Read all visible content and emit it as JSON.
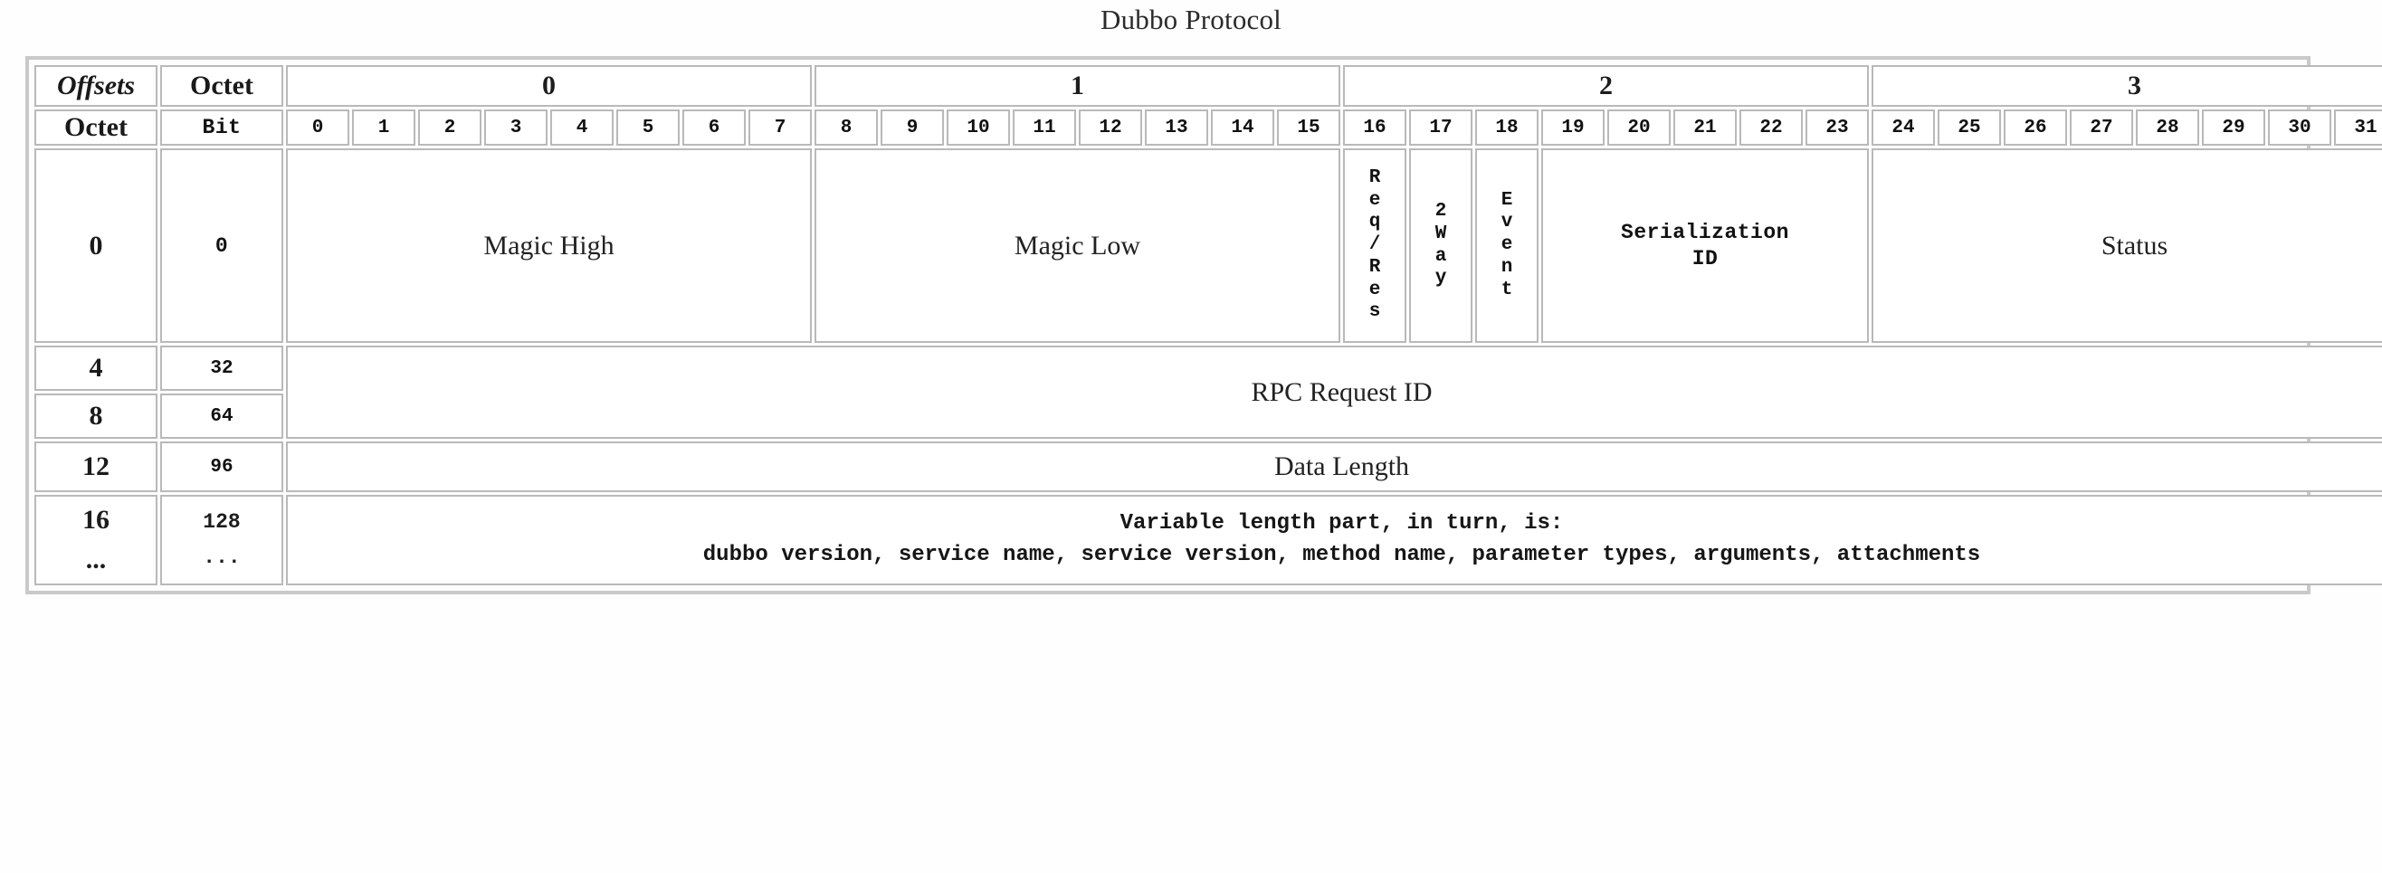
{
  "title": "Dubbo Protocol",
  "header": {
    "offsets_italic": "Offs",
    "offsets_rest": "ets",
    "offsets_full": "Offsets",
    "octet_label": "Octet",
    "octet_groups": [
      "0",
      "1",
      "2",
      "3"
    ]
  },
  "subheader": {
    "octet_label": "Octet",
    "bit_label": "Bit",
    "bits": [
      "0",
      "1",
      "2",
      "3",
      "4",
      "5",
      "6",
      "7",
      "8",
      "9",
      "10",
      "11",
      "12",
      "13",
      "14",
      "15",
      "16",
      "17",
      "18",
      "19",
      "20",
      "21",
      "22",
      "23",
      "24",
      "25",
      "26",
      "27",
      "28",
      "29",
      "30",
      "31"
    ]
  },
  "rows": [
    {
      "octet": "0",
      "bit": "0",
      "fields": [
        {
          "name": "magic-high",
          "label": "Magic High",
          "bits": 8,
          "style": "serif"
        },
        {
          "name": "magic-low",
          "label": "Magic Low",
          "bits": 8,
          "style": "serif"
        },
        {
          "name": "req-res",
          "label": "Req/Res",
          "letters": [
            "R",
            "e",
            "q",
            "/",
            "R",
            "e",
            "s"
          ],
          "bits": 1,
          "style": "vertical-mono"
        },
        {
          "name": "two-way",
          "label": "2Way",
          "letters": [
            "2",
            "W",
            "a",
            "y"
          ],
          "bits": 1,
          "style": "vertical-mono"
        },
        {
          "name": "event",
          "label": "Event",
          "letters": [
            "E",
            "v",
            "e",
            "n",
            "t"
          ],
          "bits": 1,
          "style": "vertical-mono"
        },
        {
          "name": "serialization-id",
          "label": "Serialization\nID",
          "bits": 5,
          "style": "mono"
        },
        {
          "name": "status",
          "label": "Status",
          "bits": 8,
          "style": "serif"
        }
      ]
    },
    {
      "octet": "4",
      "bit": "32",
      "merged_group": "rpc-request-id",
      "fields": [
        {
          "name": "rpc-request-id",
          "label": "RPC Request ID",
          "bits": 32,
          "style": "serif",
          "rowspan": 2
        }
      ]
    },
    {
      "octet": "8",
      "bit": "64",
      "merged_group": "rpc-request-id",
      "fields": []
    },
    {
      "octet": "12",
      "bit": "96",
      "fields": [
        {
          "name": "data-length",
          "label": "Data Length",
          "bits": 32,
          "style": "serif"
        }
      ]
    },
    {
      "octet": "16",
      "octet_cont": "...",
      "bit": "128",
      "bit_cont": "...",
      "fields": [
        {
          "name": "variable-length-part",
          "line1": "Variable length part, in turn, is:",
          "line2": "dubbo version, service name, service version, method name, parameter types, arguments, attachments",
          "bits": 32,
          "style": "mono"
        }
      ]
    }
  ],
  "colors": {
    "frame_border": "#c9c9c9",
    "cell_border": "#b9b9b9",
    "cell_background": "#ffffff",
    "page_background": "#ffffff",
    "text": "#1a1a1a"
  }
}
